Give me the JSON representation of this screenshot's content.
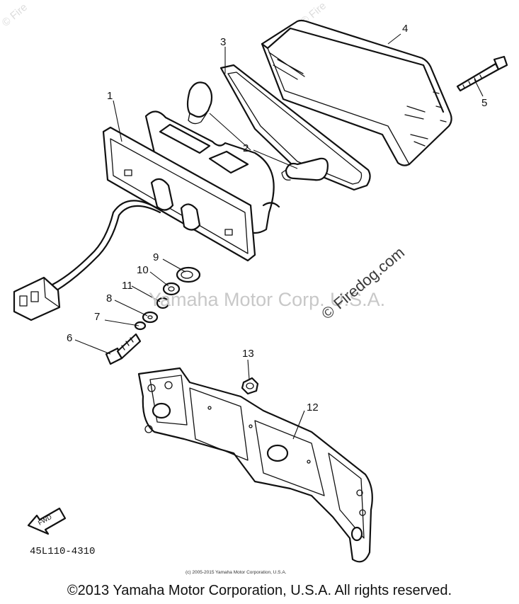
{
  "watermarks": {
    "corner_left": "© Fire",
    "corner_right": "© Fire",
    "center": "Yamaha Motor Corp. U.S.A.",
    "site": "© Firedog.com"
  },
  "callouts": [
    "1",
    "2",
    "3",
    "4",
    "5",
    "6",
    "7",
    "8",
    "9",
    "10",
    "11",
    "12",
    "13"
  ],
  "fwd_label": "FWD",
  "diagram_code": "45L110-4310",
  "small_copyright": "(c) 2005-2015 Yamaha Motor Corporation, U.S.A.",
  "copyright": "©2013 Yamaha Motor Corporation, U.S.A. All rights reserved."
}
